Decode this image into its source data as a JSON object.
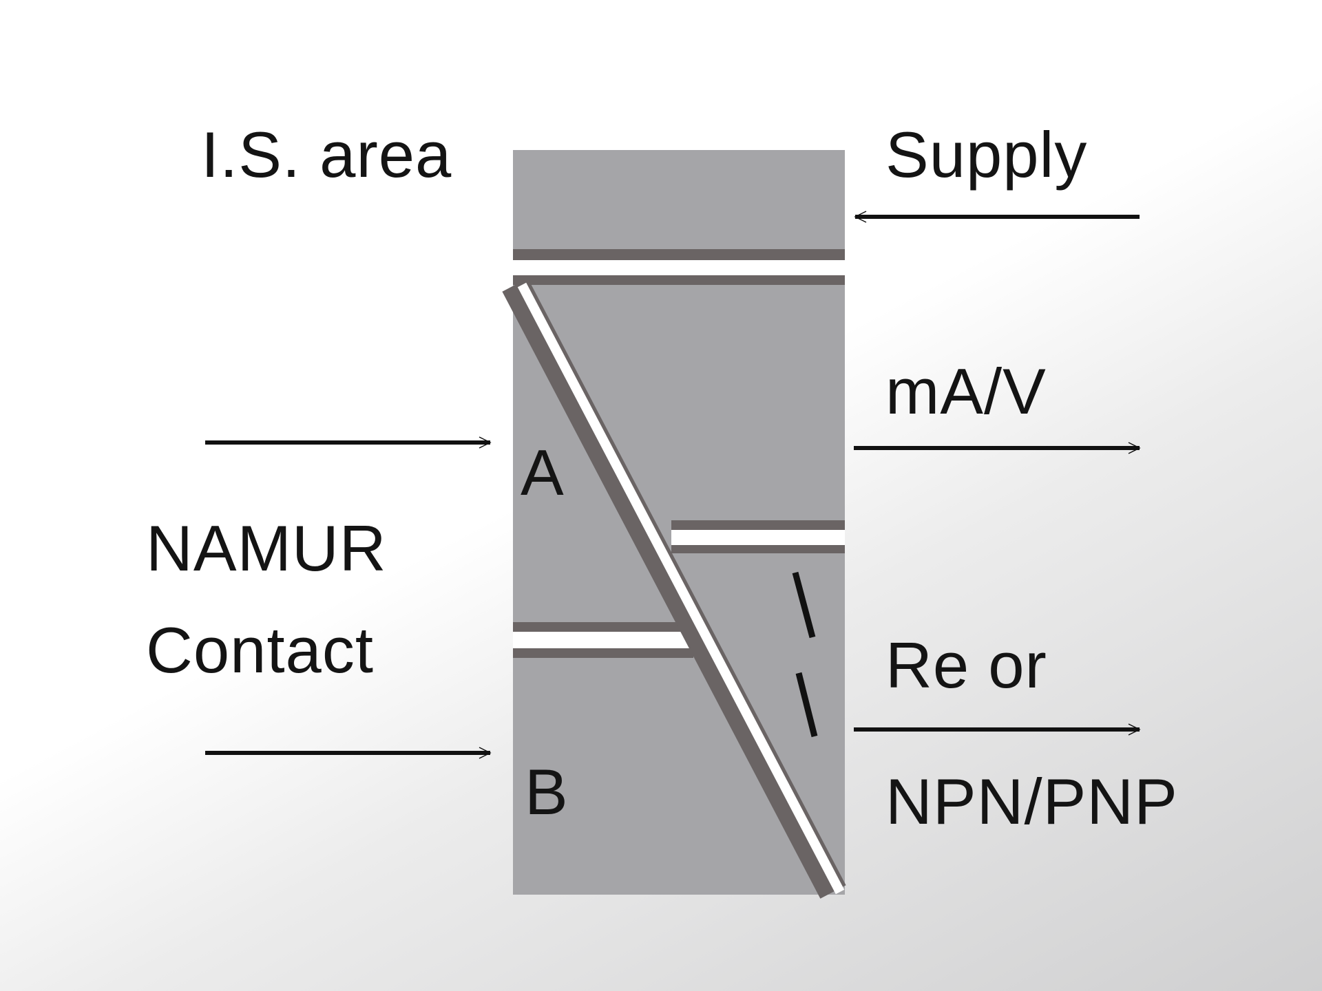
{
  "labels": {
    "area": "I.S. area",
    "supply": "Supply",
    "analog_output": "mA/V",
    "input_a": "A",
    "input_b": "B",
    "namur_line1": "NAMUR",
    "namur_line2": "Contact",
    "relay_line1": "Re or",
    "relay_line2": "NPN/PNP"
  },
  "colors": {
    "block_fill": "#a5a5a8",
    "separator": "#6a6464",
    "gap": "#ffffff",
    "arrow": "#111111",
    "text": "#141414"
  }
}
